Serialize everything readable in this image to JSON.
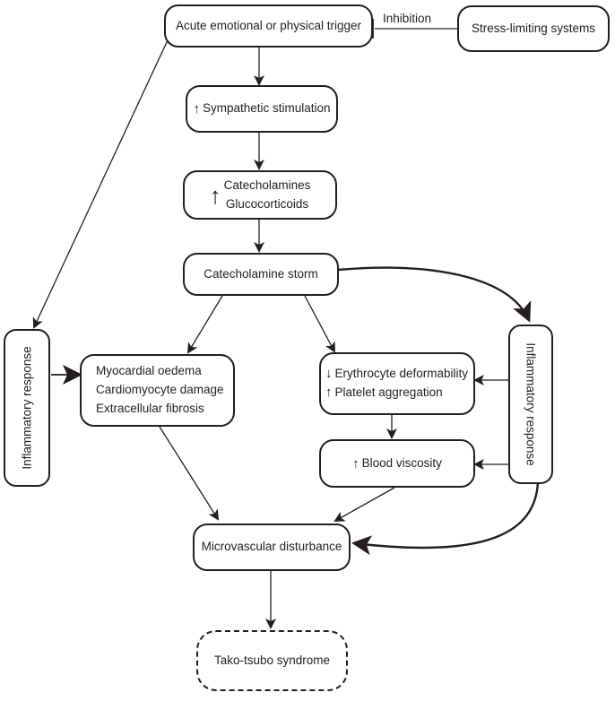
{
  "nodes": {
    "trigger": "Acute emotional or physical trigger",
    "stress_limiting": "Stress-limiting systems",
    "sympathetic": {
      "arrow": "↑",
      "label": "Sympathetic stimulation"
    },
    "hormones": {
      "arrow": "↑",
      "lines": [
        "Catecholamines",
        "Glucocorticoids"
      ]
    },
    "storm": "Catecholamine storm",
    "myocardial": {
      "lines": [
        "Myocardial oedema",
        "Cardiomyocyte damage",
        "Extracellular fibrosis"
      ]
    },
    "blood_cells": {
      "items": [
        {
          "arrow": "↓",
          "label": "Erythrocyte deformability"
        },
        {
          "arrow": "↑",
          "label": "Platelet aggregation"
        }
      ]
    },
    "viscosity": {
      "arrow": "↑",
      "label": "Blood viscosity"
    },
    "inflammatory_left": "Inflammatory response",
    "inflammatory_right": "Inflammatory response",
    "microvascular": "Microvascular disturbance",
    "takotsubo": "Tako-tsubo syndrome"
  },
  "edges": {
    "inhibition_label": "Inhibition"
  }
}
